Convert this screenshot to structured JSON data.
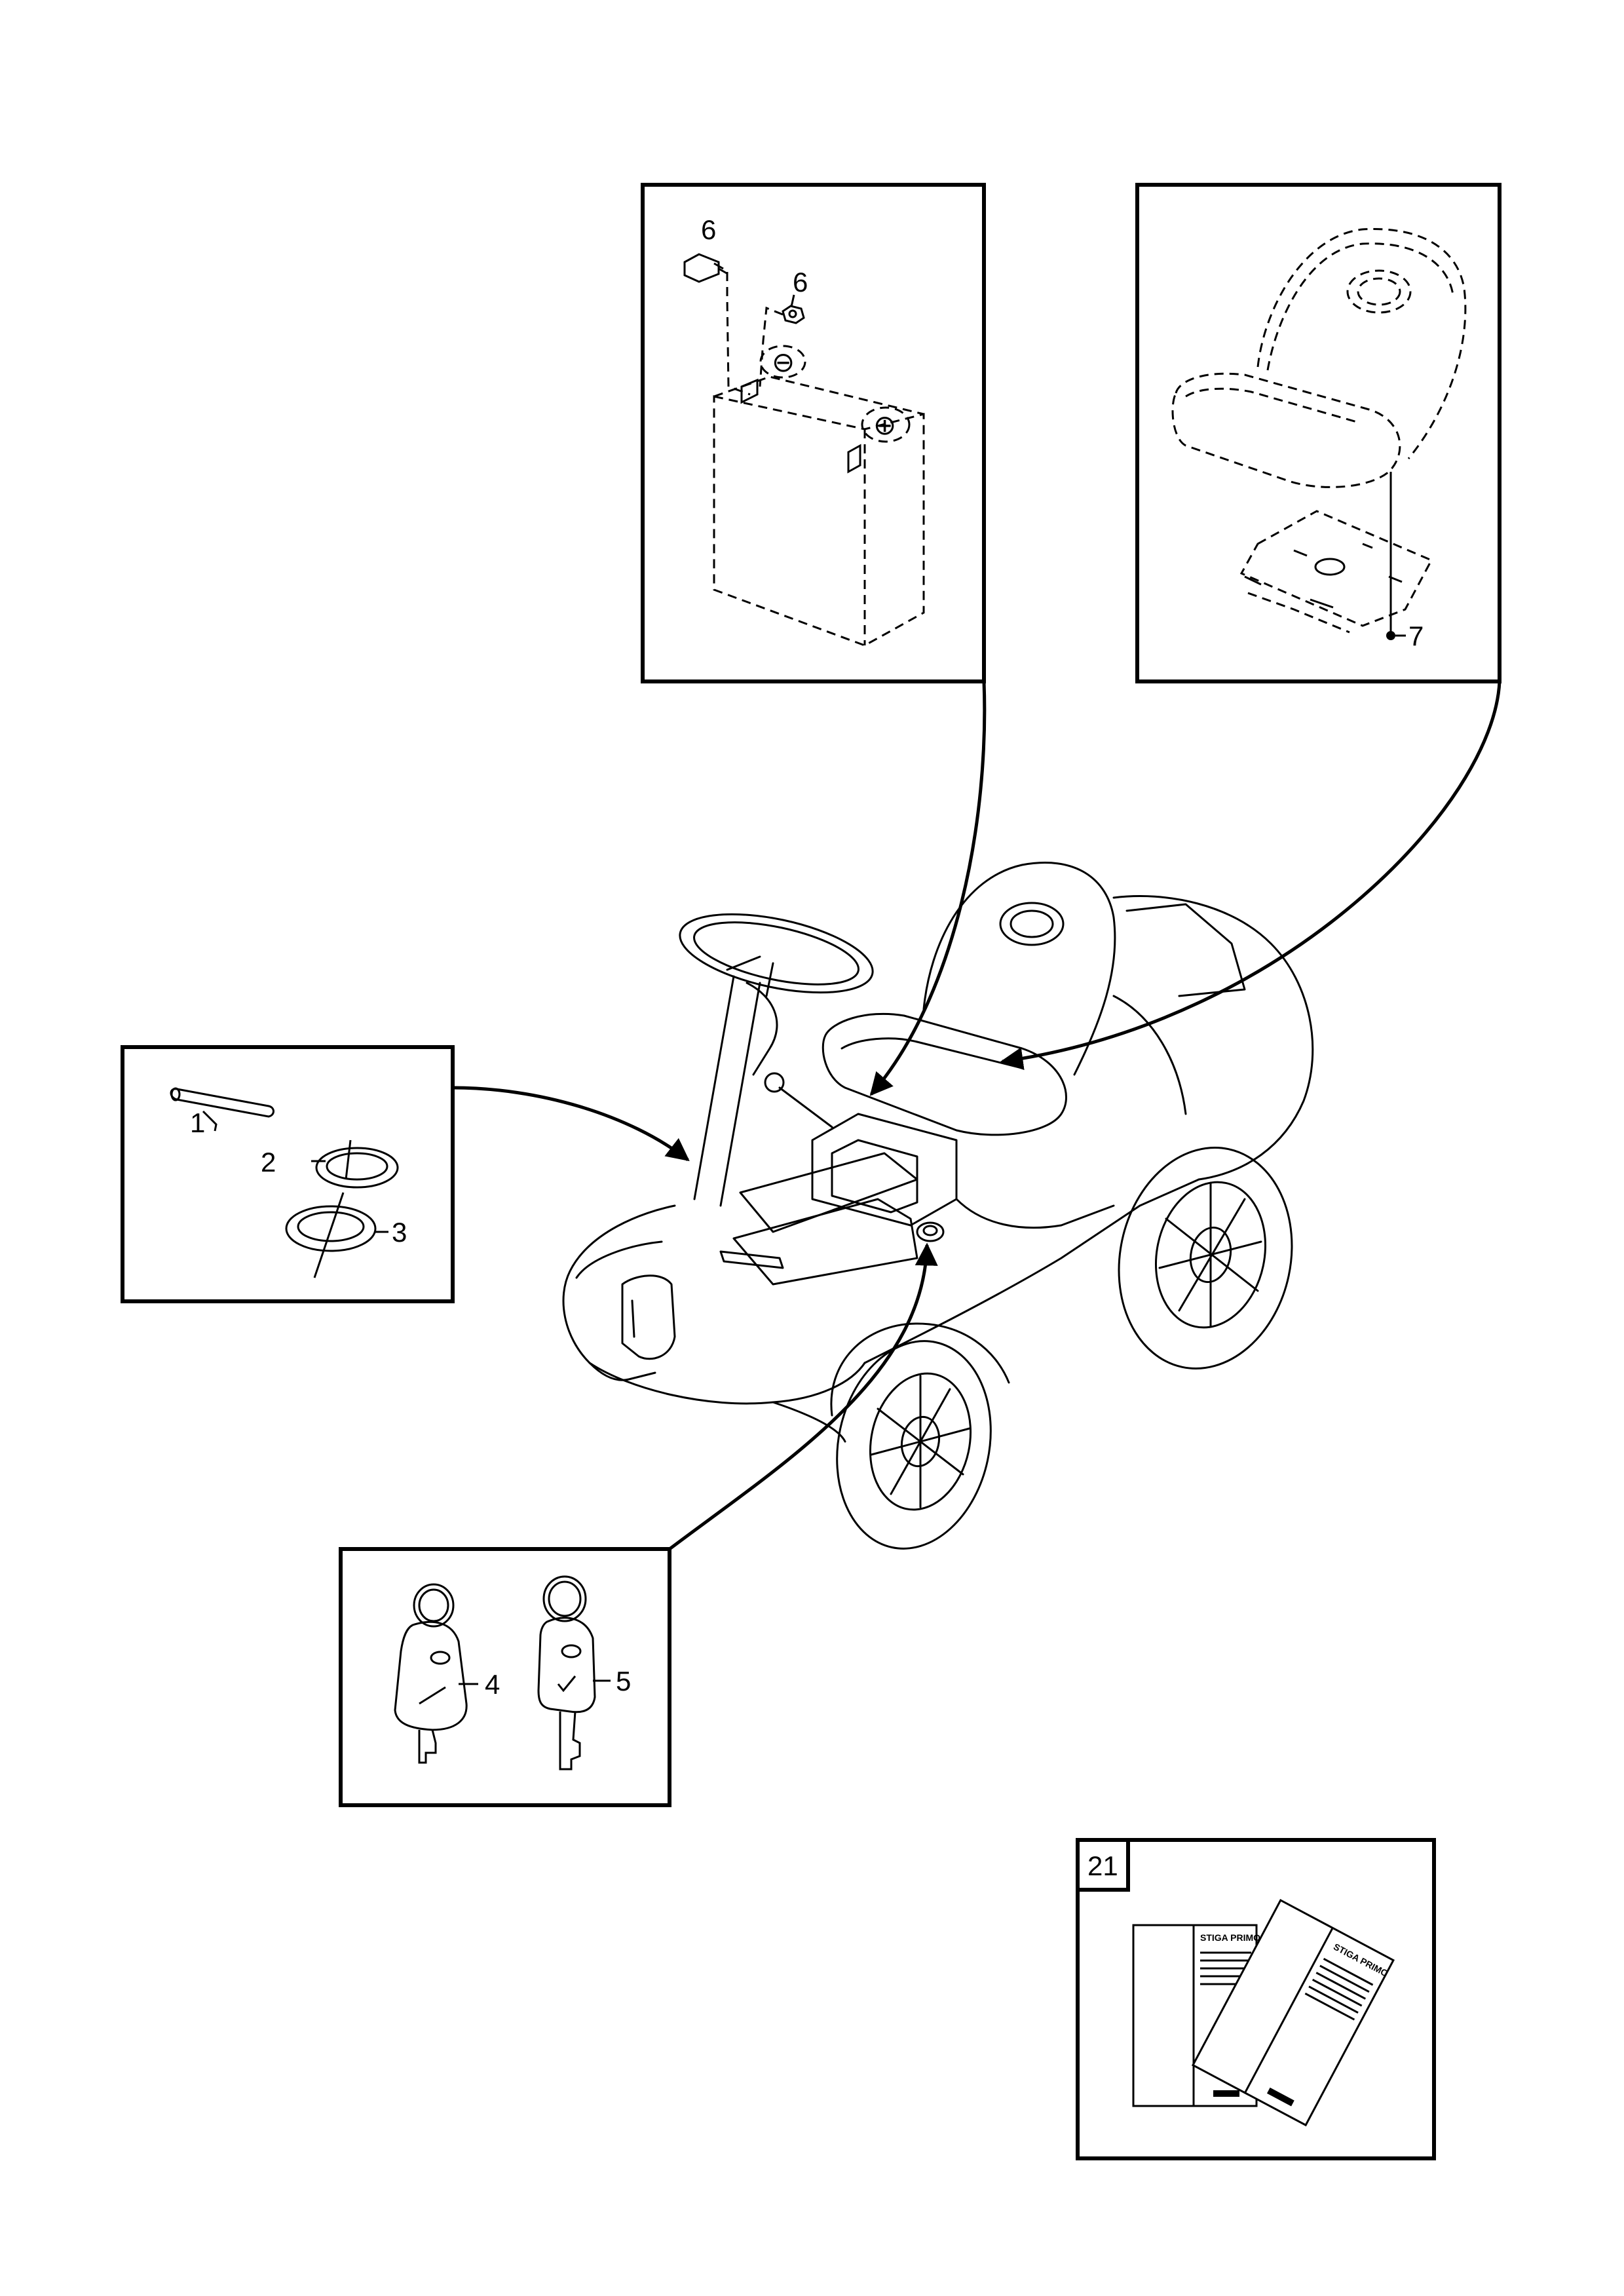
{
  "callouts": {
    "c1": "1",
    "c2": "2",
    "c3": "3",
    "c4": "4",
    "c5": "5",
    "c6a": "6",
    "c6b": "6",
    "c7": "7"
  },
  "battery_terminals": {
    "negative": "⊖",
    "positive": "⊕"
  },
  "manuals_box": {
    "number": "21",
    "manual_a_title": "STIGA PRIMO",
    "manual_b_title": "STIGA PRIMO"
  },
  "icons": [
    "battery-icon",
    "seat-icon",
    "pin-icon",
    "washer-icon",
    "key-icon",
    "manual-icon",
    "riding-mower-icon",
    "bolt-icon",
    "nut-icon"
  ]
}
